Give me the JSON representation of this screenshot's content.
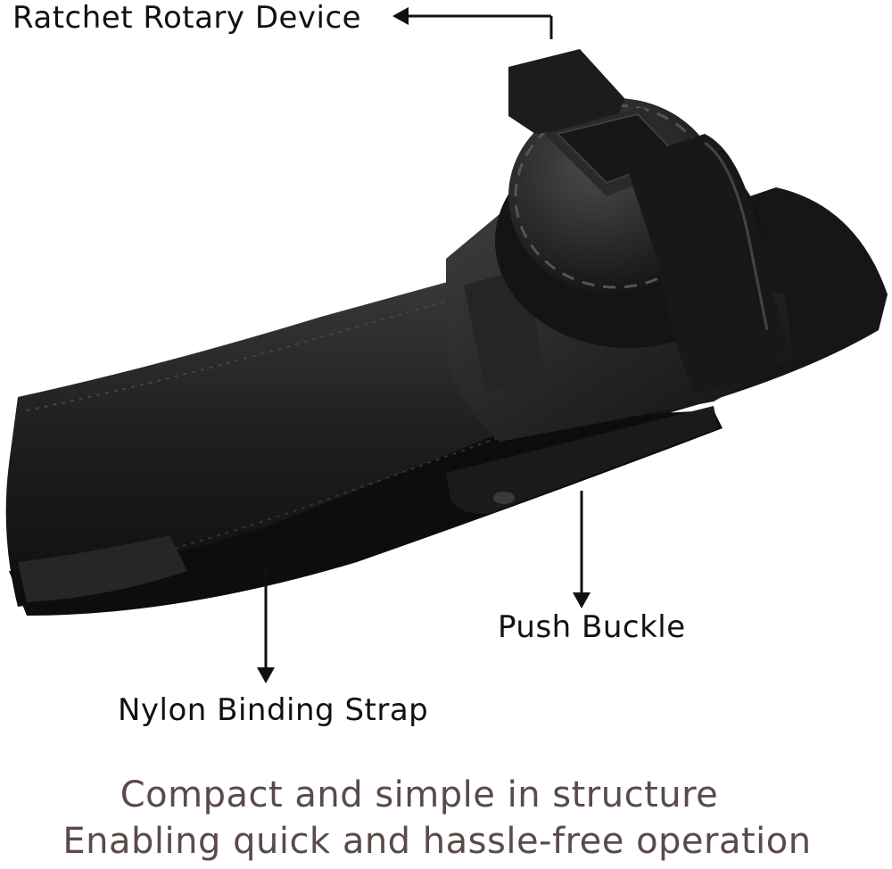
{
  "labels": {
    "ratchet": "Ratchet Rotary Device",
    "push_buckle": "Push Buckle",
    "strap": "Nylon Binding Strap"
  },
  "caption": {
    "line1": "Compact and simple in structure",
    "line2": "Enabling quick and hassle-free operation"
  },
  "colors": {
    "background": "#ffffff",
    "label_text": "#111111",
    "caption_text": "#5a4a4a",
    "product_dark": "#1b1b1b",
    "product_mid": "#2e2e2e",
    "product_highlight": "#4a4a4a"
  }
}
